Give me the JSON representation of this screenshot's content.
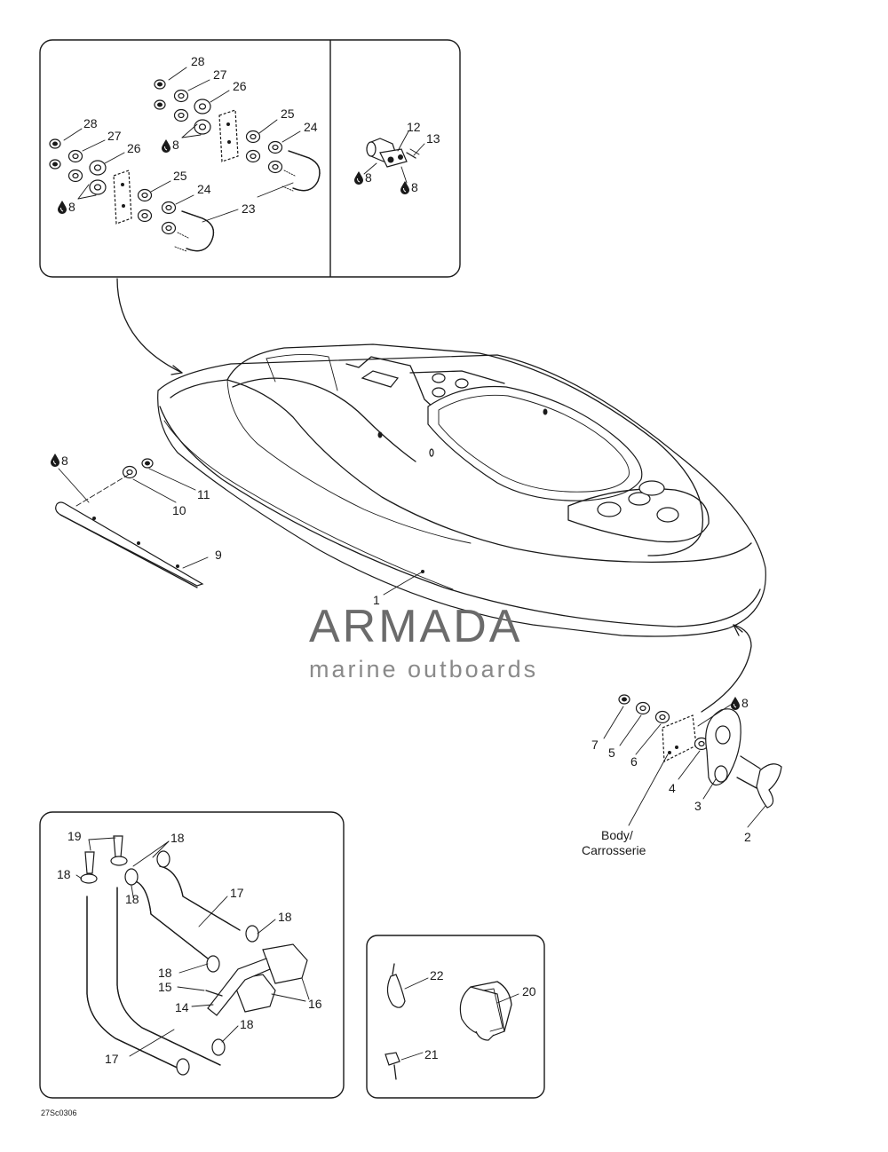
{
  "callouts": {
    "p1": "1",
    "p2": "2",
    "p3": "3",
    "p4": "4",
    "p5": "5",
    "p6": "6",
    "p7": "7",
    "p8_a": "8",
    "p8_b": "8",
    "p8_c": "8",
    "p8_d": "8",
    "p8_e": "8",
    "p8_f": "8",
    "p9": "9",
    "p10": "10",
    "p11": "11",
    "p12": "12",
    "p13": "13",
    "p14": "14",
    "p15": "15",
    "p16": "16",
    "p17_a": "17",
    "p17_b": "17",
    "p18_a": "18",
    "p18_b": "18",
    "p18_c": "18",
    "p18_d": "18",
    "p18_e": "18",
    "p18_f": "18",
    "p19": "19",
    "p20": "20",
    "p21": "21",
    "p22": "22",
    "p23": "23",
    "p24_a": "24",
    "p24_b": "24",
    "p25_a": "25",
    "p25_b": "25",
    "p26_a": "26",
    "p26_b": "26",
    "p27_a": "27",
    "p27_b": "27",
    "p28_a": "28",
    "p28_b": "28"
  },
  "body_label": {
    "line1": "Body/",
    "line2": "Carrosserie"
  },
  "drawing_code": "27Sc0306",
  "watermark": {
    "brand": "ARMADA",
    "tagline": "marine outboards",
    "color_pink": "#e9a9c8",
    "color_grey": "#6b6b6b"
  },
  "icons": {
    "lubricant_drop": "drop-icon"
  }
}
